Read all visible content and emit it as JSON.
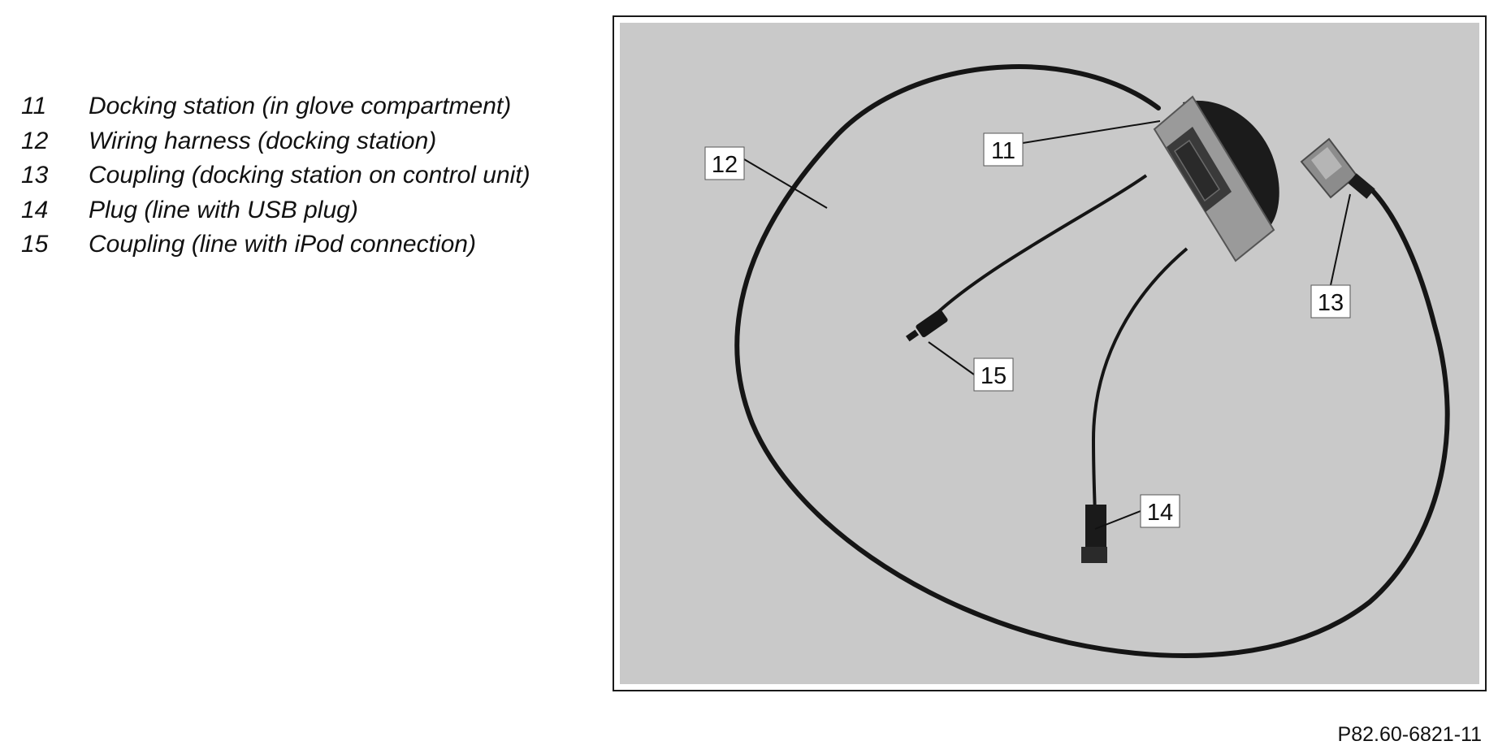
{
  "legend": {
    "items": [
      {
        "num": "11",
        "text": "Docking station (in glove compartment)"
      },
      {
        "num": "12",
        "text": "Wiring harness (docking station)"
      },
      {
        "num": "13",
        "text": "Coupling (docking station on control unit)"
      },
      {
        "num": "14",
        "text": "Plug (line with USB plug)"
      },
      {
        "num": "15",
        "text": "Coupling (line with iPod connection)"
      }
    ]
  },
  "callouts": {
    "c11": "11",
    "c12": "12",
    "c13": "13",
    "c14": "14",
    "c15": "15"
  },
  "reference_code": "P82.60-6821-11",
  "colors": {
    "photo_background": "#c9c9c9",
    "cable": "#151515",
    "frame": "#1a1a1a"
  }
}
